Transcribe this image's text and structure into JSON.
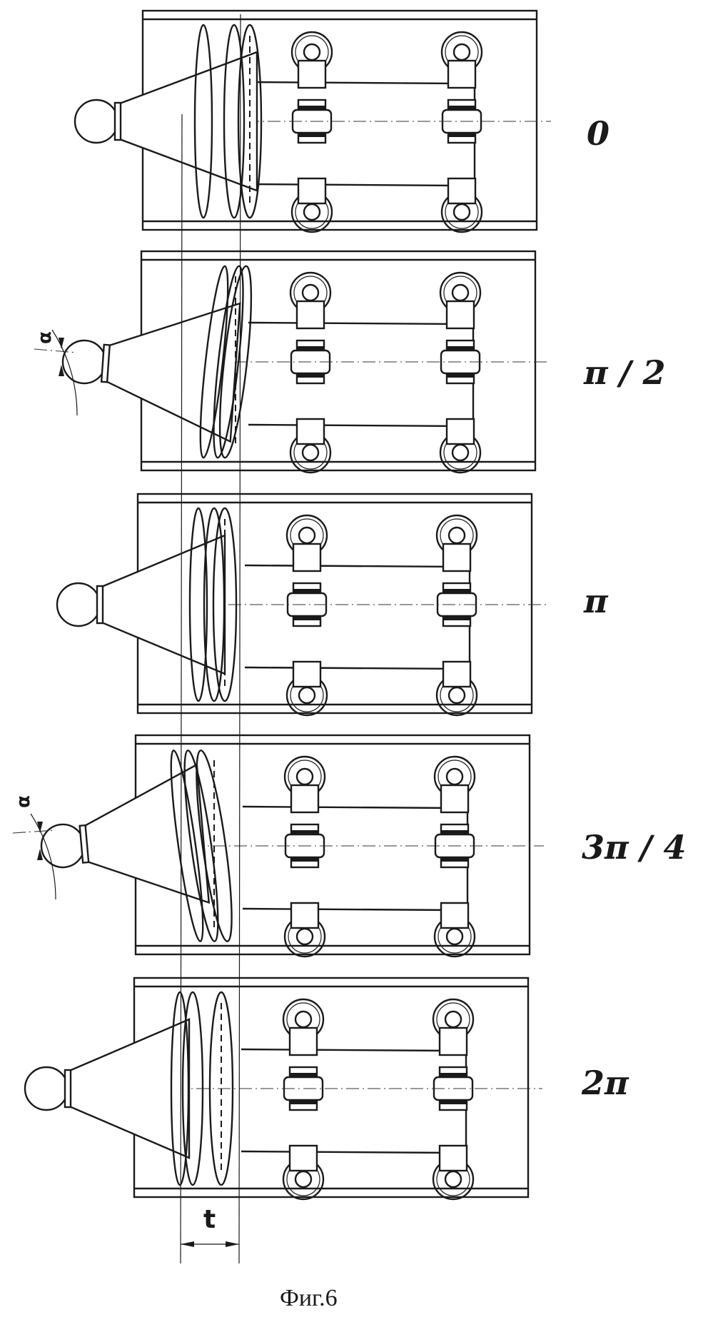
{
  "figure": {
    "caption": "Фиг.6",
    "dimension_label": "t",
    "angle_label": "α"
  },
  "panels": [
    {
      "phase_label": "0",
      "tilted": false
    },
    {
      "phase_label": "π / 2",
      "tilted": true
    },
    {
      "phase_label": "π",
      "tilted": false
    },
    {
      "phase_label": "3π / 4",
      "tilted": true
    },
    {
      "phase_label": "2π",
      "tilted": false
    }
  ]
}
